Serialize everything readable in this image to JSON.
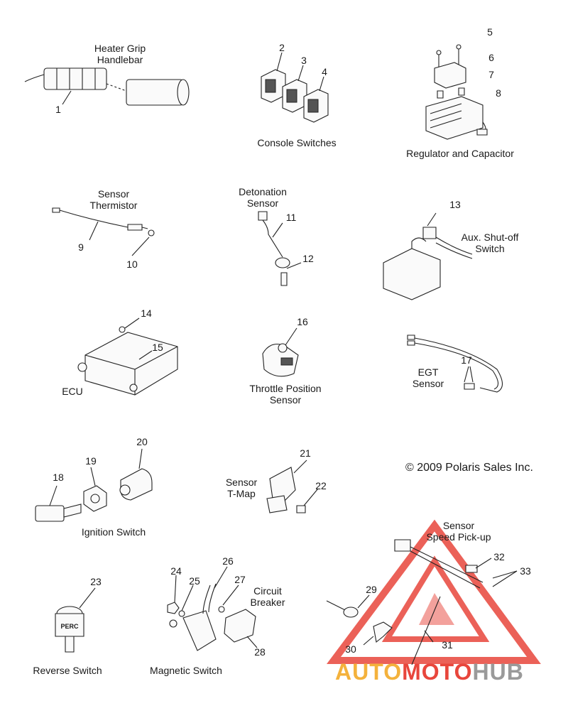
{
  "labels": {
    "heater_grip": "Heater Grip\nHandlebar",
    "console_switches": "Console Switches",
    "regulator": "Regulator and Capacitor",
    "sensor_thermistor": "Sensor\nThermistor",
    "detonation_sensor": "Detonation\nSensor",
    "aux_shutoff": "Aux. Shut-off\nSwitch",
    "ecu": "ECU",
    "throttle_position": "Throttle Position\nSensor",
    "egt_sensor": "EGT\nSensor",
    "copyright": "© 2009 Polaris Sales Inc.",
    "sensor_tmap": "Sensor\nT-Map",
    "ignition_switch": "Ignition Switch",
    "speed_pickup": "Sensor\nSpeed Pick-up",
    "circuit_breaker": "Circuit\nBreaker",
    "reverse_switch": "Reverse Switch",
    "magnetic_switch": "Magnetic Switch",
    "perc": "PERC"
  },
  "callouts": [
    "1",
    "2",
    "3",
    "4",
    "5",
    "6",
    "7",
    "8",
    "9",
    "10",
    "11",
    "12",
    "13",
    "14",
    "15",
    "16",
    "17",
    "18",
    "19",
    "20",
    "21",
    "22",
    "23",
    "24",
    "25",
    "26",
    "27",
    "28",
    "29",
    "30",
    "31",
    "32",
    "33"
  ],
  "watermark": {
    "auto": "AUTO",
    "moto": "MOTO",
    "hub": "HUB",
    "colors": {
      "auto": "#f4b23c",
      "moto": "#e8463c",
      "hub": "#9a9a9a"
    }
  }
}
